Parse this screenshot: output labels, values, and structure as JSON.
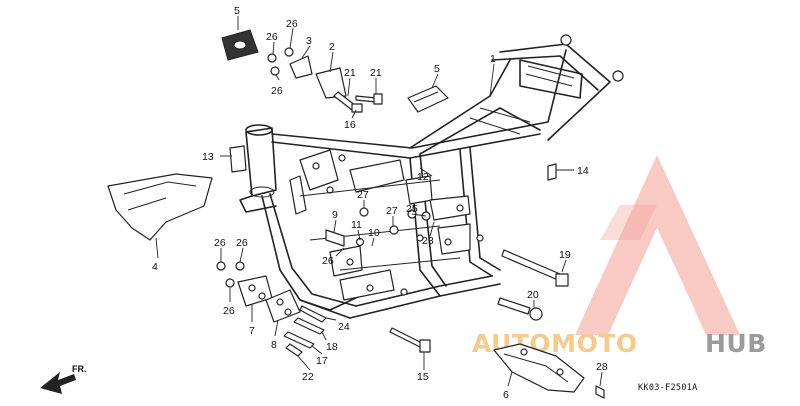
{
  "diagram": {
    "drawing_code": "KK03-F2501A",
    "direction_label": "FR.",
    "callouts": [
      {
        "id": "c5a",
        "label": "5"
      },
      {
        "id": "c26a",
        "label": "26"
      },
      {
        "id": "c26b",
        "label": "26"
      },
      {
        "id": "c3",
        "label": "3"
      },
      {
        "id": "c2",
        "label": "2"
      },
      {
        "id": "c26c",
        "label": "26"
      },
      {
        "id": "c21a",
        "label": "21"
      },
      {
        "id": "c21b",
        "label": "21"
      },
      {
        "id": "c16",
        "label": "16"
      },
      {
        "id": "c5b",
        "label": "5"
      },
      {
        "id": "c1",
        "label": "1"
      },
      {
        "id": "c13",
        "label": "13"
      },
      {
        "id": "c12",
        "label": "12"
      },
      {
        "id": "c14",
        "label": "14"
      },
      {
        "id": "c27a",
        "label": "27"
      },
      {
        "id": "c27b",
        "label": "27"
      },
      {
        "id": "c25",
        "label": "25"
      },
      {
        "id": "c9",
        "label": "9"
      },
      {
        "id": "c11",
        "label": "11"
      },
      {
        "id": "c10",
        "label": "10"
      },
      {
        "id": "c23",
        "label": "23"
      },
      {
        "id": "c26d",
        "label": "26"
      },
      {
        "id": "c26e",
        "label": "26"
      },
      {
        "id": "c26f",
        "label": "26"
      },
      {
        "id": "c4",
        "label": "4"
      },
      {
        "id": "c19",
        "label": "19"
      },
      {
        "id": "c20",
        "label": "20"
      },
      {
        "id": "c26g",
        "label": "26"
      },
      {
        "id": "c7",
        "label": "7"
      },
      {
        "id": "c8",
        "label": "8"
      },
      {
        "id": "c24",
        "label": "24"
      },
      {
        "id": "c18",
        "label": "18"
      },
      {
        "id": "c17",
        "label": "17"
      },
      {
        "id": "c22",
        "label": "22"
      },
      {
        "id": "c15",
        "label": "15"
      },
      {
        "id": "c6",
        "label": "6"
      },
      {
        "id": "c28",
        "label": "28"
      }
    ]
  },
  "watermark": {
    "brand_part1": "AUTOMOTO",
    "brand_part2": "HUB",
    "color_primary": "#f28a82",
    "color_secondary": "#f3c27a",
    "color_tertiary": "#8a8a8a"
  }
}
